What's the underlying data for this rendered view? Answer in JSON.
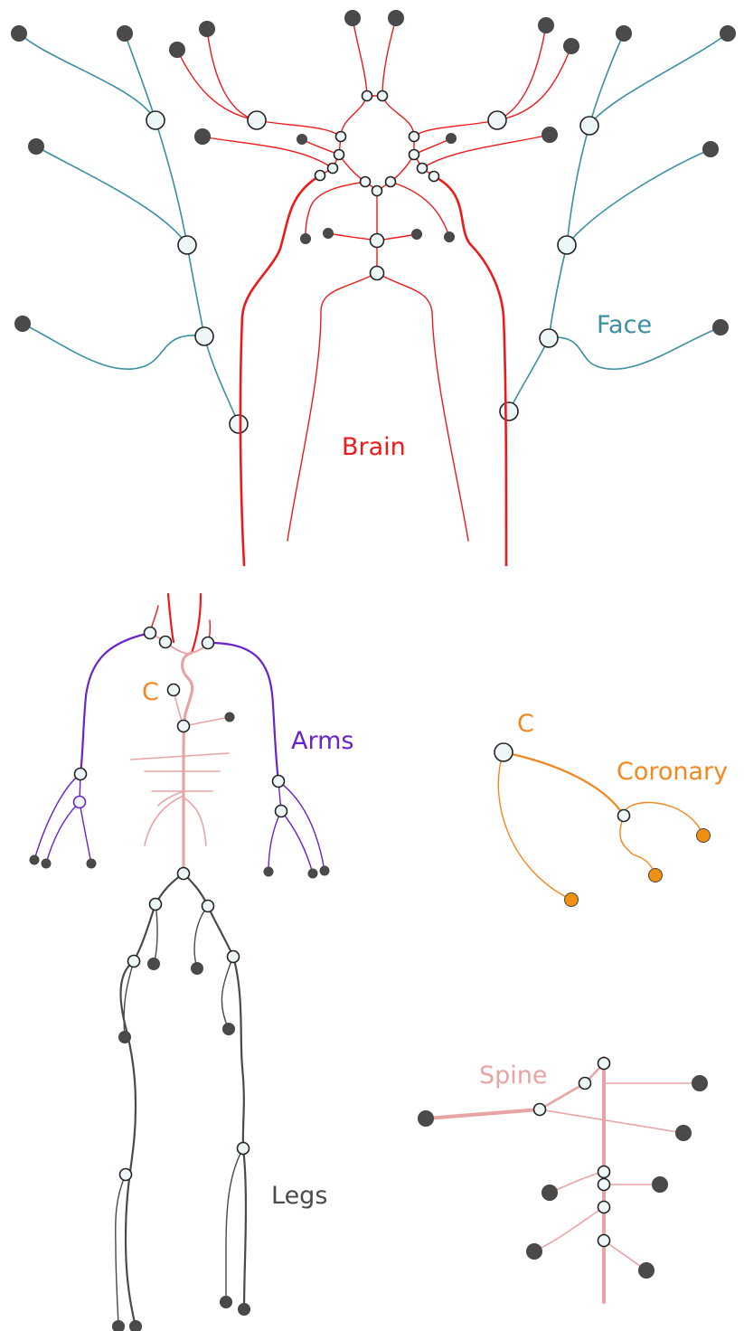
{
  "labels": {
    "face": "Face",
    "brain": "Brain",
    "arms": "Arms",
    "c_main": "C",
    "c_coronary": "C",
    "coronary": "Coronary",
    "spine": "Spine",
    "legs": "Legs"
  },
  "colors": {
    "face": "#3a8fa3",
    "brain": "#f01818",
    "arms": "#6a22cc",
    "coronary": "#f5871f",
    "spine": "#e8a3a3",
    "legs": "#4a4a4a",
    "terminal": "#4a4a4a",
    "coronary_terminal": "#f09010",
    "junction_fill": "#eef7f7",
    "junction_stroke": "#222222"
  }
}
